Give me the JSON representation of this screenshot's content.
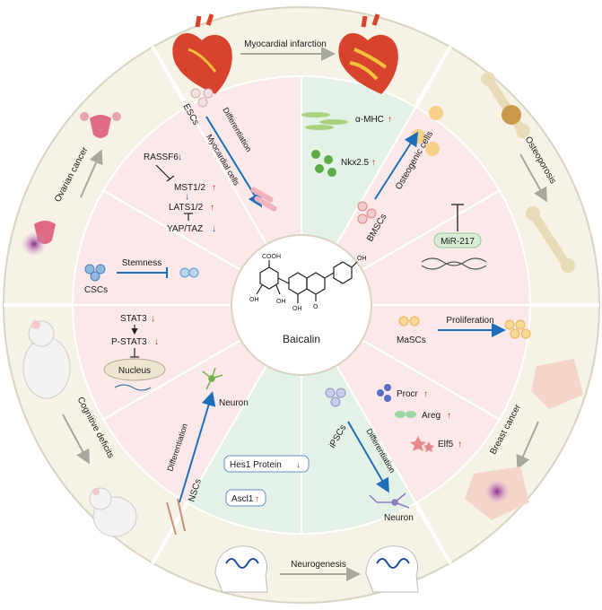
{
  "center": {
    "compound": "Baicalin",
    "cooh": "COOH",
    "oh": "OH",
    "o": "O"
  },
  "outer": {
    "myocardial_infarction": "Myocardial infarction",
    "osteoporosis": "Osteoporosis",
    "breast_cancer": "Breast cancer",
    "neurogenesis": "Neurogenesis",
    "cognitive_deficits": "Cognitive deficits",
    "ovarian_cancer": "Ovarian cancer"
  },
  "segments": {
    "escs": {
      "source": "ESCs",
      "process": "Differentiation",
      "target": "Myocardial cells"
    },
    "markers": {
      "a": "α-MHC",
      "b": "Nkx2.5"
    },
    "bmscs": {
      "source": "BMSCs",
      "target": "Osteogenic cells"
    },
    "mir": {
      "label": "MiR-217"
    },
    "mascs": {
      "source": "MaSCs",
      "process": "Proliferation"
    },
    "procr": {
      "a": "Procr",
      "b": "Areg",
      "c": "Elf5"
    },
    "ipscs": {
      "source": "iPSCs",
      "process": "Differentiation",
      "target": "Neuron"
    },
    "hes": {
      "a": "Hes1 Protein",
      "b": "Ascl1"
    },
    "nscs": {
      "source": "NSCs",
      "process": "Differentiation",
      "target": "Neuron"
    },
    "stat": {
      "a": "STAT3",
      "b": "P-STAT3",
      "c": "Nucleus"
    },
    "cscs": {
      "source": "CSCs",
      "process": "Stemness"
    },
    "hippo": {
      "a": "RASSF6",
      "b": "MST1/2",
      "c": "LATS1/2",
      "d": "YAP/TAZ"
    }
  },
  "colors": {
    "up": "#c0272d",
    "down": "#1f4e9c",
    "arrow": "#1f6fb8",
    "outer_arrow": "#a8a8a0"
  }
}
